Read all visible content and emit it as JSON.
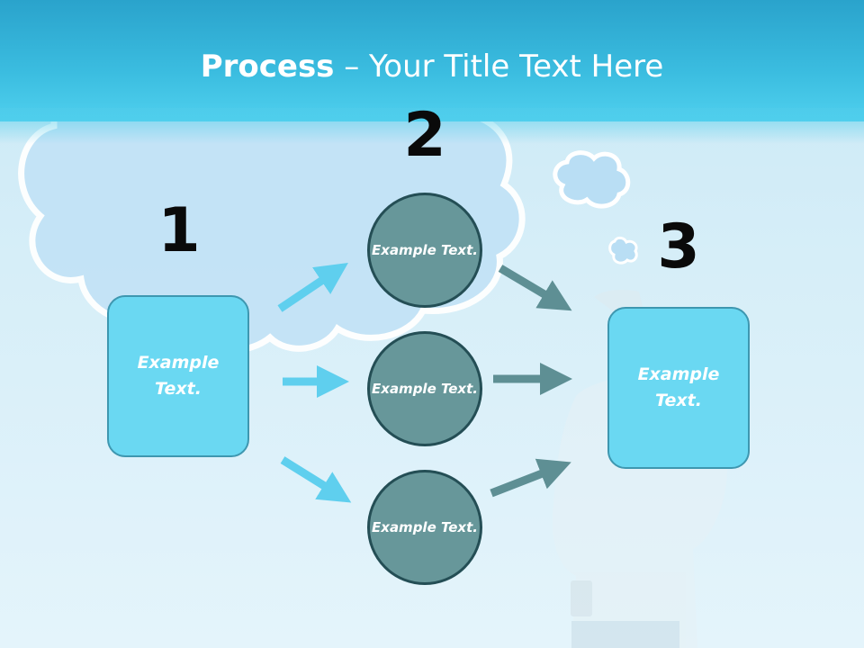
{
  "title": {
    "bold": "Process",
    "rest": " – Your Title Text Here"
  },
  "steps": [
    {
      "number": "1",
      "text": "Example Text."
    },
    {
      "number": "2",
      "items": [
        "Example Text.",
        "Example Text.",
        "Example Text."
      ]
    },
    {
      "number": "3",
      "text": "Example Text."
    }
  ],
  "colors": {
    "header": "#3bbde0",
    "box_fill": "#6ad8f2",
    "circle_fill": "#67979a",
    "arrow_light": "#5fcfee",
    "arrow_dark": "#5e8f94"
  }
}
